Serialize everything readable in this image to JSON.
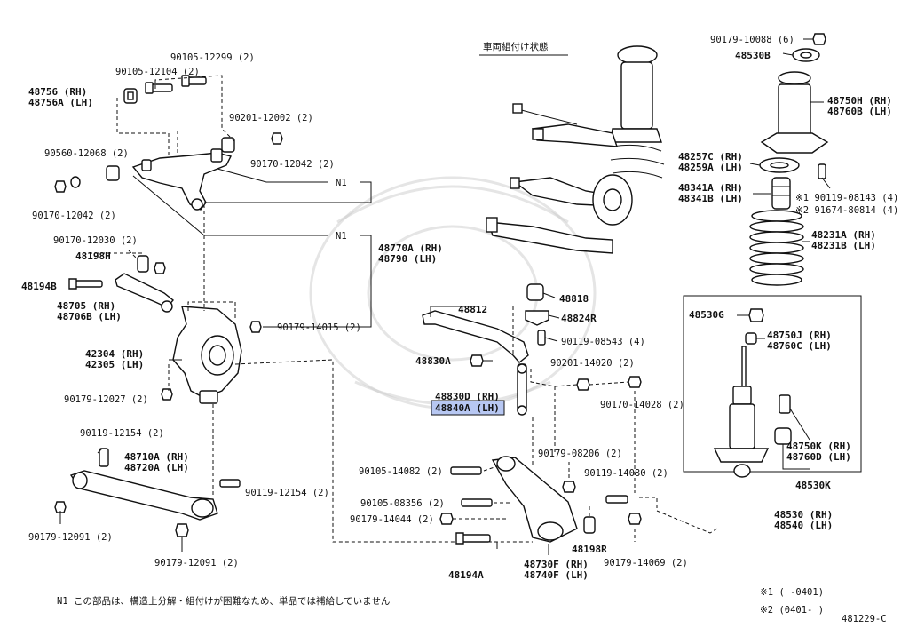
{
  "header": {
    "assembled_state": "車両組付け状態"
  },
  "labels": {
    "p90105_12299": "90105-12299 (2)",
    "p90105_12104": "90105-12104 (2)",
    "p48756": "48756 (RH)",
    "p48756a": "48756A (LH)",
    "p90201_12002": "90201-12002 (2)",
    "p90170_12042_r": "90170-12042 (2)",
    "p90560_12068": "90560-12068 (2)",
    "p90170_12042_l": "90170-12042 (2)",
    "n1_a": "N1",
    "n1_b": "N1",
    "p48770a": "48770A (RH)",
    "p48790": "48790 (LH)",
    "p90170_12030": "90170-12030 (2)",
    "p48198h": "48198H",
    "p48194b": "48194B",
    "p48705": "48705 (RH)",
    "p48706b": "48706B (LH)",
    "p90179_14015": "90179-14015 (2)",
    "p42304": "42304 (RH)",
    "p42305": "42305 (LH)",
    "p90179_12027": "90179-12027 (2)",
    "p90119_12154_a": "90119-12154 (2)",
    "p48710a": "48710A (RH)",
    "p48720a": "48720A (LH)",
    "p90119_12154_b": "90119-12154 (2)",
    "p90179_12091_a": "90179-12091 (2)",
    "p90179_12091_b": "90179-12091 (2)",
    "p48812": "48812",
    "p48818": "48818",
    "p48824r": "48824R",
    "p90119_08543": "90119-08543 (4)",
    "p48830a": "48830A",
    "p90201_14020": "90201-14020 (2)",
    "p48830d": "48830D (RH)",
    "p48840a": "48840A (LH)",
    "p90170_14028": "90170-14028 (2)",
    "p90179_08206": "90179-08206 (2)",
    "p90105_14082": "90105-14082 (2)",
    "p90119_14080": "90119-14080 (2)",
    "p90105_08356": "90105-08356 (2)",
    "p90179_14044": "90179-14044 (2)",
    "p48198r": "48198R",
    "p48194a": "48194A",
    "p48730f": "48730F (RH)",
    "p48740f": "48740F (LH)",
    "p90179_14069": "90179-14069 (2)",
    "p90179_10088": "90179-10088 (6)",
    "p48530b": "48530B",
    "p48750h": "48750H (RH)",
    "p48760b": "48760B (LH)",
    "p48257c": "48257C (RH)",
    "p48259a": "48259A (LH)",
    "p48341a": "48341A (RH)",
    "p48341b": "48341B (LH)",
    "p90119_08143": "※1 90119-08143 (4)",
    "p91674_80814": "※2 91674-80814 (4)",
    "p48231a": "48231A (RH)",
    "p48231b": "48231B (LH)",
    "p48530g": "48530G",
    "p48750j": "48750J (RH)",
    "p48760c": "48760C (LH)",
    "p48750k": "48750K (RH)",
    "p48760d": "48760D (LH)",
    "p48530k": "48530K",
    "p48530": "48530 (RH)",
    "p48540": "48540 (LH)"
  },
  "footer": {
    "note": "N1 この部品は、構造上分解・組付けが困難なため、単品では補給していません",
    "ref1": "※1 (    -0401)",
    "ref2": "※2 (0401-    )",
    "diagram_id": "481229-C"
  },
  "highlight_color": "#b7c7f2"
}
